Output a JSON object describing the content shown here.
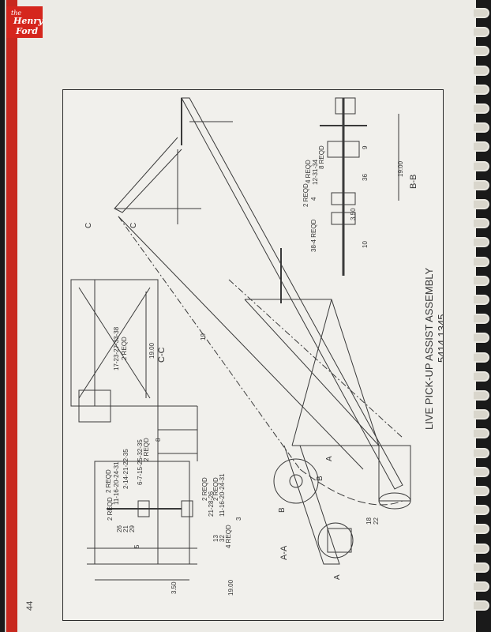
{
  "logo": {
    "the": "the",
    "henry": "Henry",
    "ford": "Ford"
  },
  "page_number": "44",
  "drawing": {
    "title": "LIVE PICK-UP ASSIST ASSEMBLY",
    "part_number": "5414.1345",
    "sections": {
      "aa": "A-A",
      "bb": "B-B",
      "cc": "C-C"
    },
    "section_marks": {
      "a": "A",
      "b": "B",
      "c": "C"
    },
    "dimensions": {
      "d1900_cc": "19.00",
      "d1900_bb": "19.00",
      "d350_bb": "3.50",
      "d350_aa": "3.50",
      "d1900_aa": "19.00"
    },
    "callouts": {
      "c19": "19",
      "c8": "8",
      "c9": "9",
      "c10": "10",
      "c36": "36",
      "c4": "4",
      "c3": "3",
      "c5": "5",
      "c18": "18",
      "c22": "22",
      "c13": "13",
      "c32": "32",
      "c4reqd": "4 REQD",
      "cc_parts": "17-23-27-33-38",
      "cc_reqd": "2 REQD",
      "bb_38": "38-4 REQD",
      "bb_2reqd": "2 REQD",
      "bb_123134": "12-31-34",
      "bb_4reqd": "4 REQD",
      "bb_8reqd": "8 REQD",
      "aa_11162431": "11-16-20-24-31",
      "aa_2reqd_a": "2 REQD",
      "aa_2142232": "2-14-21-22-35",
      "aa_67152532": "6-7-15-25-32-35",
      "aa_2reqd_b": "2 REQD",
      "aa_2reqd_top": "2 REQD",
      "aa_26": "26",
      "aa_21": "21",
      "aa_29": "29",
      "aa_212826": "21-28-26",
      "aa_2reqd_c": "2 REQD",
      "aa_11162031": "11-16-20-24-31",
      "aa_2reqd_d": "2 REQD"
    }
  }
}
